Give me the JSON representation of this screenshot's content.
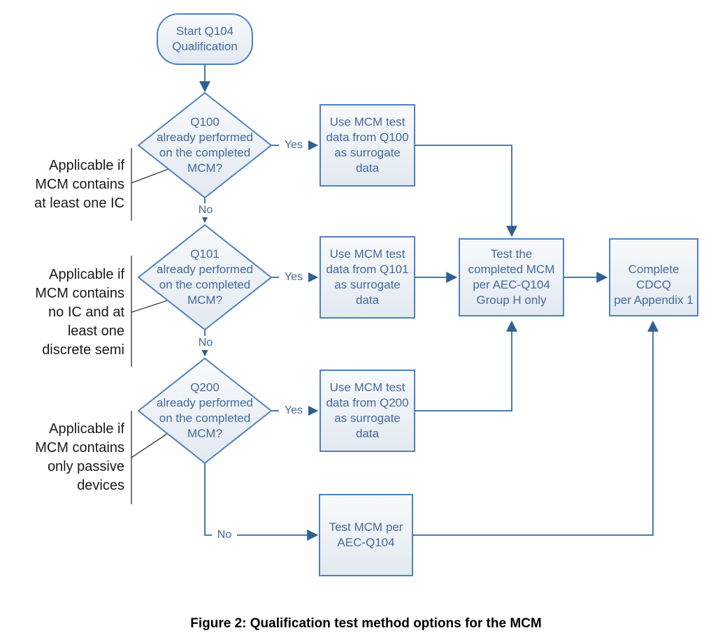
{
  "caption": "Figure 2:  Qualification test method options for the MCM",
  "colors": {
    "node_border": "#4f81bd",
    "node_text": "#44699d",
    "connector": "#4a7ab0",
    "arrowhead": "#2f6090",
    "annotation_line": "#3f3f3f",
    "annotation_text": "#1a1a1a",
    "fill_top": "#f8fafc",
    "fill_bottom": "#e2e9f0"
  },
  "nodes": {
    "start": {
      "label": "Start Q104\nQualification"
    },
    "q100_decision": {
      "label": "Q100\nalready performed\non the completed\nMCM?"
    },
    "q101_decision": {
      "label": "Q101\nalready performed\non the completed\nMCM?"
    },
    "q200_decision": {
      "label": "Q200\nalready performed\non the completed\nMCM?"
    },
    "use_q100_data": {
      "label": "Use MCM test\ndata from Q100\nas surrogate\ndata"
    },
    "use_q101_data": {
      "label": "Use MCM test\ndata from Q101\nas surrogate\ndata"
    },
    "use_q200_data": {
      "label": "Use MCM test\ndata from Q200\nas surrogate\ndata"
    },
    "test_group_h": {
      "label": "Test the\ncompleted MCM\nper AEC-Q104\nGroup H only"
    },
    "complete_cdcq": {
      "label": "Complete CDCQ\nper Appendix 1"
    },
    "test_full_q104": {
      "label": "Test MCM per\nAEC-Q104"
    }
  },
  "edge_labels": {
    "q100_yes": "Yes",
    "q100_no": "No",
    "q101_yes": "Yes",
    "q101_no": "No",
    "q200_yes": "Yes",
    "q200_no": "No"
  },
  "annotations": {
    "q100_note": "Applicable if\nMCM contains\nat least one IC",
    "q101_note": "Applicable if\nMCM contains\nno IC and at\nleast one\ndiscrete semi",
    "q200_note": "Applicable if\nMCM contains\nonly passive\ndevices"
  }
}
